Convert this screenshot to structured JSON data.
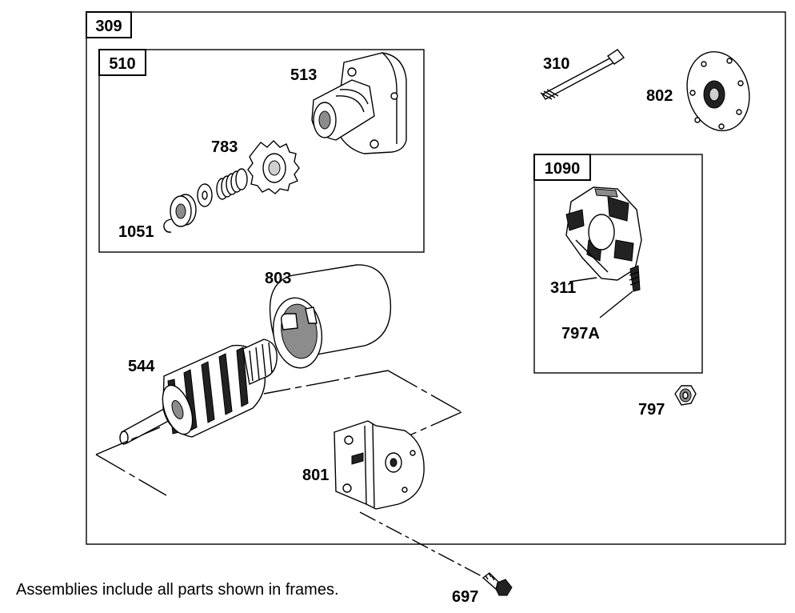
{
  "frames": {
    "outer": "309",
    "drive": "510",
    "brush": "1090"
  },
  "parts": {
    "p513": "513",
    "p783": "783",
    "p1051": "1051",
    "p310": "310",
    "p802": "802",
    "p311": "311",
    "p797A": "797A",
    "p803": "803",
    "p544": "544",
    "p797": "797",
    "p801": "801",
    "p697": "697"
  },
  "footnote": "Assemblies include all parts shown in frames."
}
